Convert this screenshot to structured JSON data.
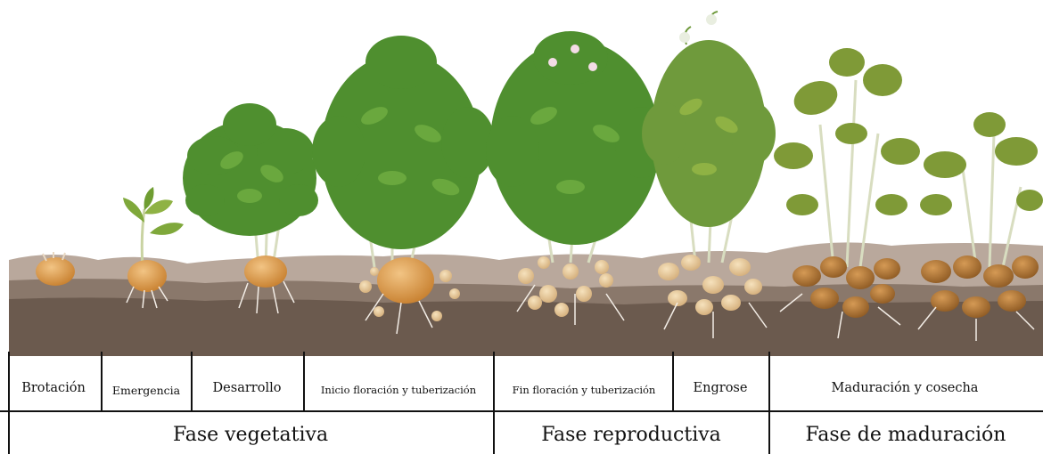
{
  "stages": [
    {
      "id": "brotacion",
      "label": "Brotación"
    },
    {
      "id": "emergencia",
      "label": "Emergencia"
    },
    {
      "id": "desarrollo",
      "label": "Desarrollo"
    },
    {
      "id": "inicio",
      "label": "Inicio floración y tuberización"
    },
    {
      "id": "fin",
      "label": "Fin floración y tuberización"
    },
    {
      "id": "engrose",
      "label": "Engrose"
    },
    {
      "id": "maduracion",
      "label": "Maduración y cosecha"
    }
  ],
  "phases": [
    {
      "id": "vegetativa",
      "label": "Fase vegetativa"
    },
    {
      "id": "reproductiva",
      "label": "Fase reproductiva"
    },
    {
      "id": "maduracion",
      "label": "Fase de maduración"
    }
  ],
  "colors": {
    "soil_dark": "#6b5a4e",
    "soil_mid": "#8a786b",
    "soil_light": "#b9a89c",
    "leaf_green": "#4f8f2f",
    "leaf_yellow": "#8d9a3c",
    "tuber": "#d9a466",
    "tuber_old": "#b87f3d",
    "root": "#f3ede6"
  }
}
